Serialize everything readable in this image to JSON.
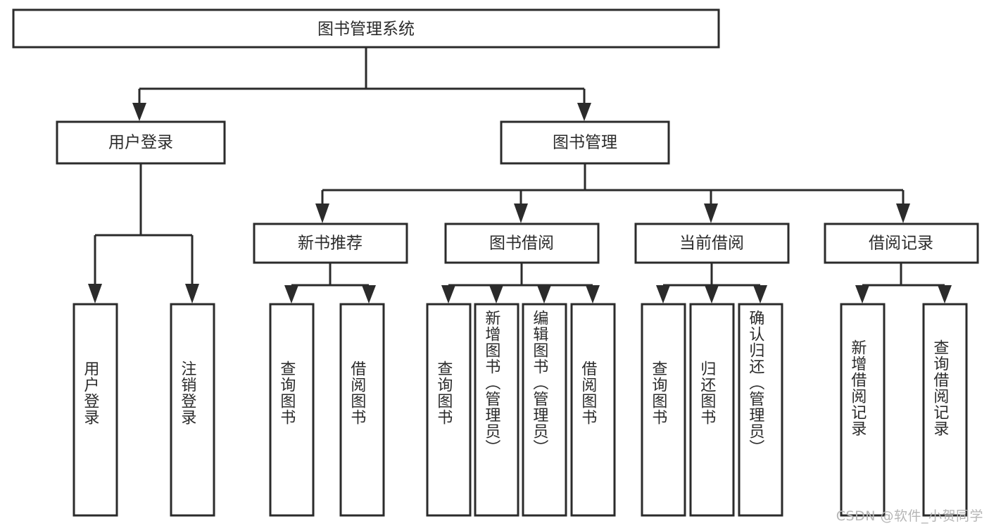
{
  "diagram": {
    "title": "图书管理系统",
    "type": "tree-hierarchy-diagram",
    "watermark": "CSDN @软件_小贺同学",
    "colors": {
      "stroke": "#2b2b2b",
      "fill": "#ffffff",
      "text": "#2b2b2b",
      "watermark": "#b6b6b6",
      "background": "#ffffff"
    },
    "levels": {
      "root": {
        "label": "图书管理系统"
      },
      "level1": [
        {
          "id": "user-login",
          "label": "用户登录"
        },
        {
          "id": "book-manage",
          "label": "图书管理"
        }
      ],
      "level2": [
        {
          "id": "new-book-rec",
          "label": "新书推荐",
          "parent": "book-manage"
        },
        {
          "id": "book-borrow",
          "label": "图书借阅",
          "parent": "book-manage"
        },
        {
          "id": "current-borrow",
          "label": "当前借阅",
          "parent": "book-manage"
        },
        {
          "id": "borrow-record",
          "label": "借阅记录",
          "parent": "book-manage"
        }
      ],
      "leaves": {
        "user-login": [
          {
            "id": "leaf-user-login",
            "label": "用户登录"
          },
          {
            "id": "leaf-logout",
            "label": "注销登录"
          }
        ],
        "new-book-rec": [
          {
            "id": "leaf-query-book-1",
            "label": "查询图书"
          },
          {
            "id": "leaf-borrow-book-1",
            "label": "借阅图书"
          }
        ],
        "book-borrow": [
          {
            "id": "leaf-query-book-2",
            "label": "查询图书"
          },
          {
            "id": "leaf-add-book",
            "label": "新增图书（管理员）"
          },
          {
            "id": "leaf-edit-book",
            "label": "编辑图书（管理员）"
          },
          {
            "id": "leaf-borrow-book-2",
            "label": "借阅图书"
          }
        ],
        "current-borrow": [
          {
            "id": "leaf-query-book-3",
            "label": "查询图书"
          },
          {
            "id": "leaf-return-book",
            "label": "归还图书"
          },
          {
            "id": "leaf-confirm-return",
            "label": "确认归还（管理员）"
          }
        ],
        "borrow-record": [
          {
            "id": "leaf-add-record",
            "label": "新增借阅记录"
          },
          {
            "id": "leaf-query-record",
            "label": "查询借阅记录"
          }
        ]
      }
    }
  }
}
